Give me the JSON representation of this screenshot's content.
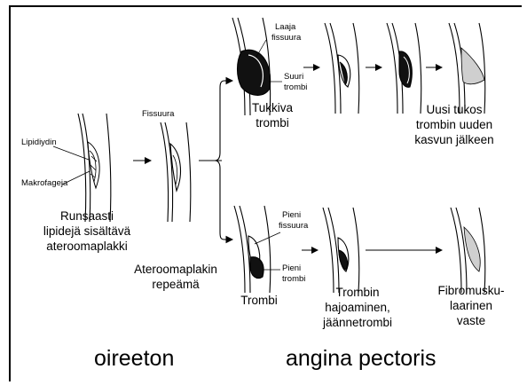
{
  "labels": {
    "lipidiydin": "Lipidiydin",
    "makrofageja": "Makrofageja",
    "plaque": "Runsaasti lipidejä sisältävä ateroomaplakki",
    "plaque_lines": [
      "Runsaasti",
      "lipidejä sisältävä",
      "ateroomaplakki"
    ],
    "fissuura": "Fissuura",
    "rupture_lines": [
      "Ateroomaplakin",
      "repeämä"
    ],
    "laaja_fissuura_lines": [
      "Laaja",
      "fissuura"
    ],
    "suuri_trombi_lines": [
      "Suuri",
      "trombi"
    ],
    "tukkiva_lines": [
      "Tukkiva",
      "trombi"
    ],
    "uusi_tukos_lines": [
      "Uusi tukos",
      "trombin uuden",
      "kasvun jälkeen"
    ],
    "pieni_fissuura_lines": [
      "Pieni",
      "fissuura"
    ],
    "pieni_trombi_lines": [
      "Pieni",
      "trombi"
    ],
    "trombi": "Trombi",
    "hajoaminen_lines": [
      "Trombin",
      "hajoaminen,",
      "jäännetrombi"
    ],
    "fibro_lines": [
      "Fibromusku-",
      "laarinen",
      "vaste"
    ],
    "oireeton": "oireeton",
    "angina": "angina pectoris"
  }
}
